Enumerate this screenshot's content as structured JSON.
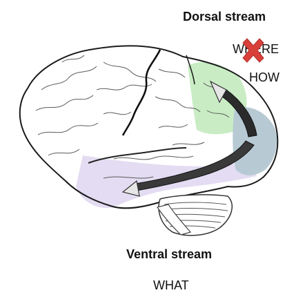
{
  "labels": {
    "dorsal_stream": "Dorsal stream",
    "where": "WHERE",
    "how": "HOW",
    "ventral_stream": "Ventral stream",
    "what": "WHAT"
  },
  "colors": {
    "dorsal_region": "#c9ecc4",
    "ventral_region": "#e3dcf2",
    "occipital_region": "#b7cad3",
    "cross": "#d9403a",
    "outline": "#1a1a1a"
  },
  "icons": {
    "cross_out": "x-mark-icon"
  }
}
